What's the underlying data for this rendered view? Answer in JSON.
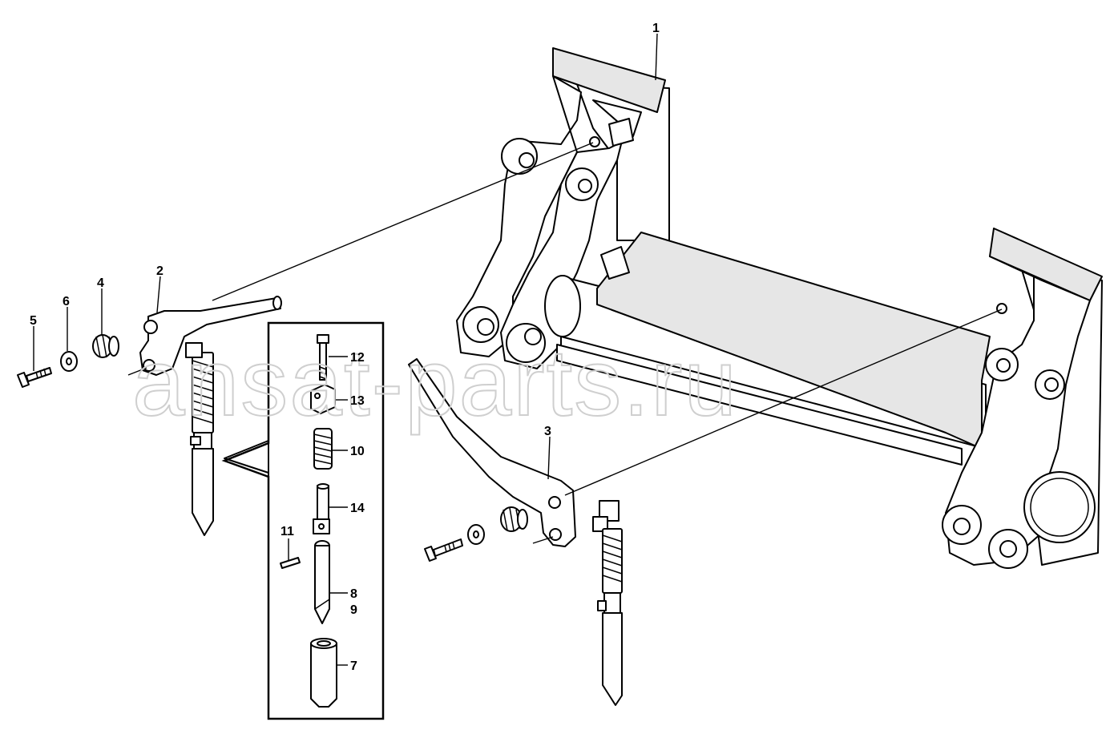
{
  "watermark": "ansat-parts.ru",
  "callouts": {
    "p1": "1",
    "p2": "2",
    "p3": "3",
    "p4": "4",
    "p5": "5",
    "p6": "6",
    "p7": "7",
    "p8": "8",
    "p9": "9",
    "p10": "10",
    "p11": "11",
    "p12": "12",
    "p13": "13",
    "p14": "14"
  },
  "colors": {
    "line": "#000000",
    "background": "#ffffff",
    "watermark": "#cfcfcf"
  }
}
